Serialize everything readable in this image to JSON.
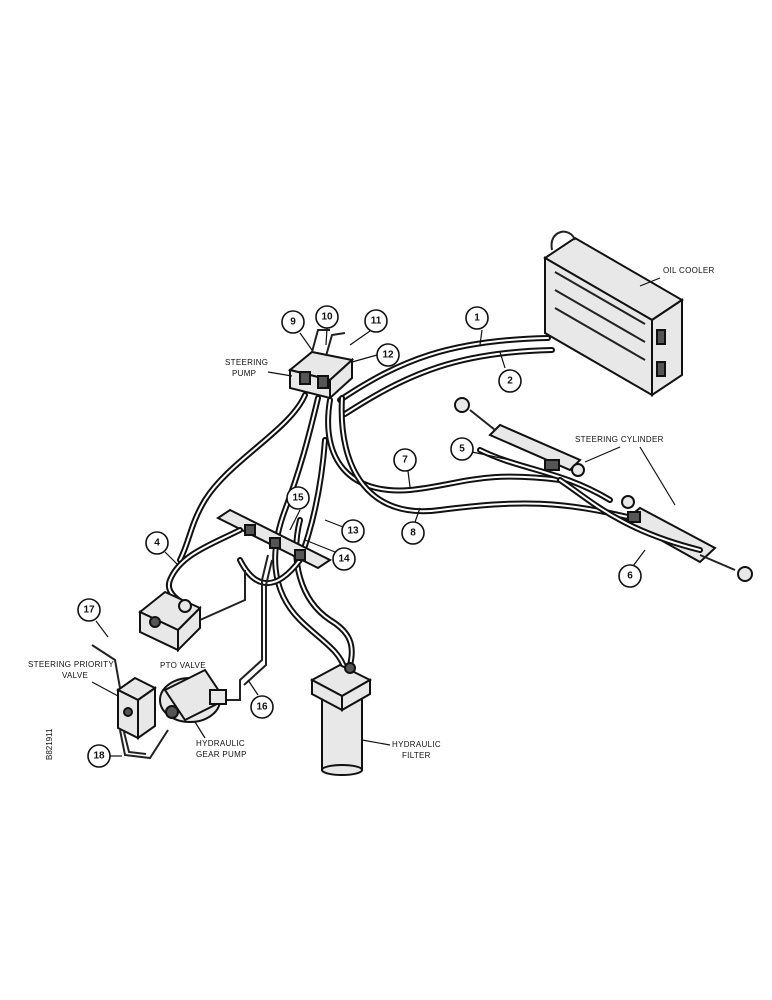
{
  "labels": {
    "oil_cooler": "OIL COOLER",
    "steering_pump_1": "STEERING",
    "steering_pump_2": "PUMP",
    "steering_cylinder": "STEERING CYLINDER",
    "steering_priority_1": "STEERING PRIORITY",
    "steering_priority_2": "VALVE",
    "pto_valve": "PTO VALVE",
    "gear_pump_1": "HYDRAULIC",
    "gear_pump_2": "GEAR PUMP",
    "filter_1": "HYDRAULIC",
    "filter_2": "FILTER"
  },
  "callouts": {
    "c1": "1",
    "c2": "2",
    "c4": "4",
    "c5": "5",
    "c6": "6",
    "c7": "7",
    "c8": "8",
    "c9": "9",
    "c10": "10",
    "c11": "11",
    "c12": "12",
    "c13": "13",
    "c14": "14",
    "c15": "15",
    "c16": "16",
    "c17": "17",
    "c18": "18"
  },
  "figure_id": "B821911"
}
